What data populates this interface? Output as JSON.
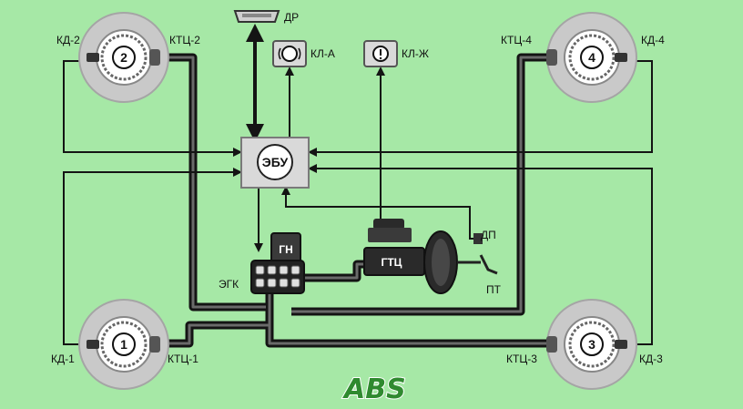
{
  "wheels": [
    {
      "number": "1",
      "sensor": "КД-1",
      "cylinder": "КТЦ-1"
    },
    {
      "number": "2",
      "sensor": "КД-2",
      "cylinder": "КТЦ-2"
    },
    {
      "number": "3",
      "sensor": "КД-3",
      "cylinder": "КТЦ-3"
    },
    {
      "number": "4",
      "sensor": "КД-4",
      "cylinder": "КТЦ-4"
    }
  ],
  "ecu": {
    "label": "ЭБУ"
  },
  "diagnostic": {
    "label": "ДР"
  },
  "lamps": {
    "abs": "КЛ-А",
    "fluid": "КЛ-Ж"
  },
  "hydraulics": {
    "pump": "ГН",
    "modulator": "ЭГК",
    "master_cylinder": "ГТЦ"
  },
  "pedal": {
    "sensor": "ДП",
    "pedal": "ПТ"
  },
  "logo": "ABS",
  "colors": {
    "background": "#a6e8a6",
    "line": "#141414",
    "wheel_outer": "#c9c9c9",
    "block": "#d8d8d8"
  },
  "icons": [
    "diagnostic-connector-icon",
    "abs-lamp-icon",
    "fluid-lamp-icon"
  ]
}
